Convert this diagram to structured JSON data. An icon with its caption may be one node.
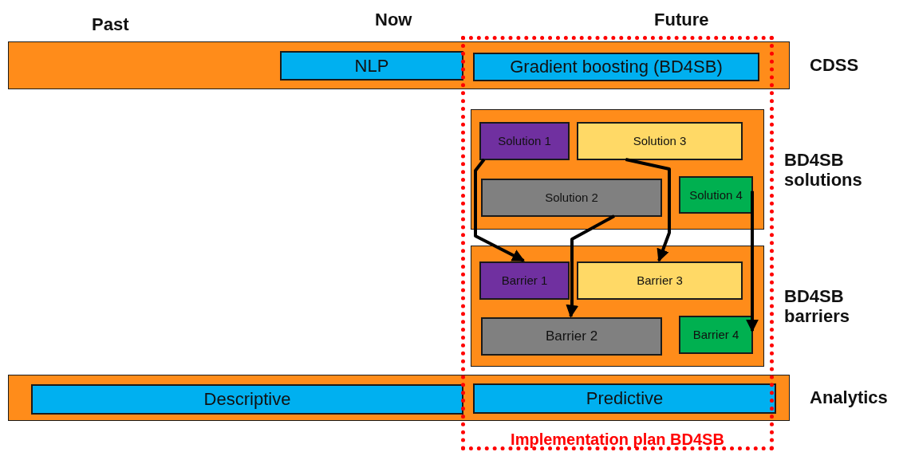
{
  "diagram": {
    "nodes": [
      {
        "text": [
          "Implementation plan BD4SB"
        ]
      },
      {
        "text": [
          "CDSS"
        ]
      },
      {
        "text": [
          "NLP"
        ],
        "in": 1
      },
      {
        "text": [
          "Gradient boosting (BD4SB)"
        ]
      },
      {
        "text": [
          "BD4SB solutions"
        ],
        "in": 0
      },
      {
        "text": [
          "Solution 1"
        ],
        "in": 4
      },
      {
        "text": [
          "Solution 3"
        ],
        "in": 4
      },
      {
        "text": [
          "Solution 2"
        ],
        "in": 4
      },
      {
        "text": [
          "Solution 4"
        ],
        "in": 4
      },
      {
        "text": [
          "BD4SB barriers"
        ],
        "in": 0
      },
      {
        "text": [
          "Barrier 1"
        ],
        "in": 9
      },
      {
        "text": [
          "Barrier 3"
        ],
        "in": 9
      },
      {
        "text": [
          "Barrier 2"
        ],
        "in": 9
      },
      {
        "text": [
          "Barrier 4"
        ],
        "in": 9
      },
      {
        "text": [
          "Analytics"
        ]
      },
      {
        "text": [
          "Descriptive"
        ],
        "in": 14
      },
      {
        "text": [
          "Predictive"
        ]
      }
    ],
    "edges": [
      {
        "from": 5,
        "to": 10,
        "arrow": "to"
      },
      {
        "from": 6,
        "to": 11,
        "arrow": "to"
      },
      {
        "from": 7,
        "to": 12,
        "arrow": "to"
      },
      {
        "from": 8,
        "to": 13,
        "arrow": "to"
      }
    ],
    "labels": [
      "Past",
      "Now",
      "Future"
    ]
  }
}
